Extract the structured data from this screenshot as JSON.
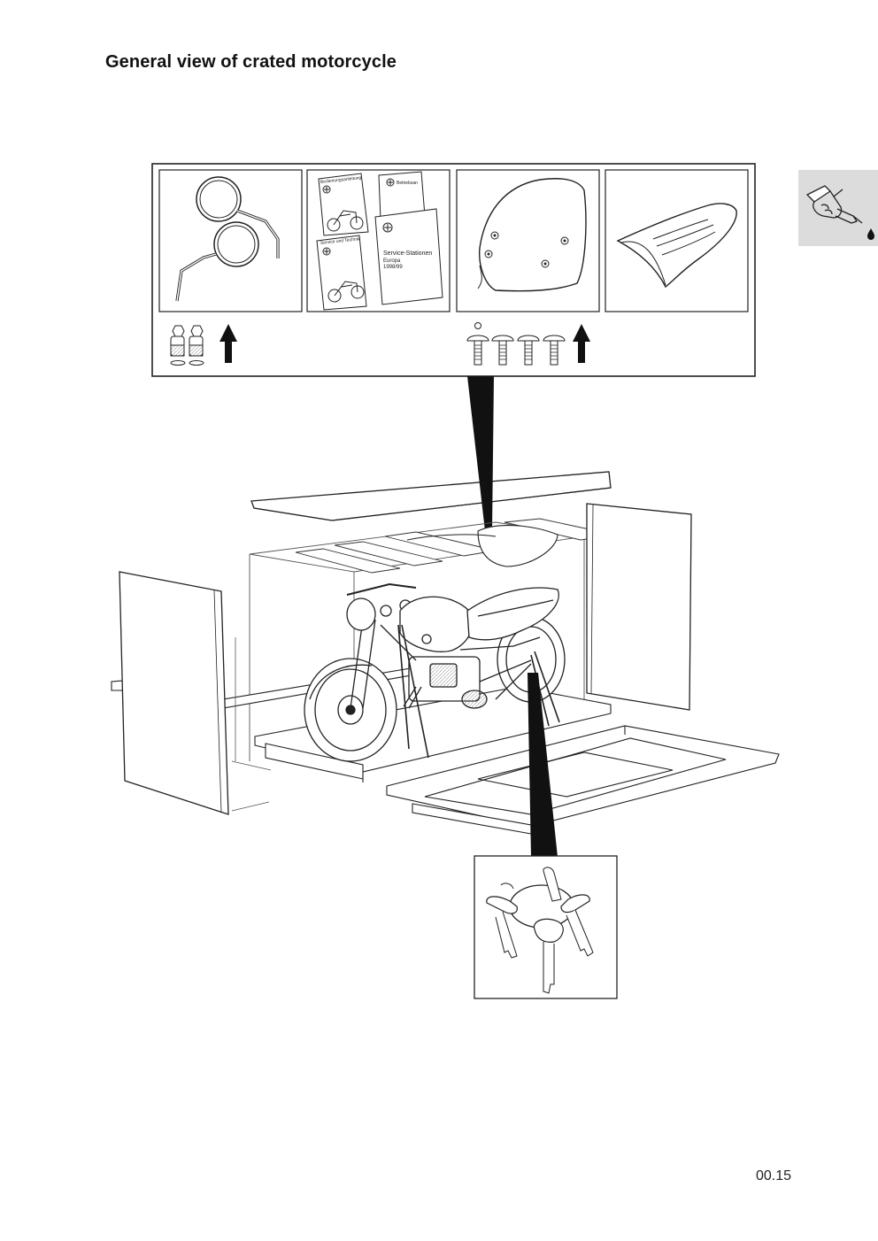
{
  "page": {
    "title": "General view of crated motorcycle",
    "page_number": "00.15"
  },
  "section_tab": {
    "icon": "hand-oil-can-icon"
  },
  "accessories_panel": {
    "items": [
      {
        "name": "mirrors",
        "icon": "mirror-icon"
      },
      {
        "name": "manuals",
        "icon": "booklet-icon",
        "booklets": [
          {
            "label": "Bedienungsanleitung"
          },
          {
            "label": "Betriebsan"
          },
          {
            "label": "Service und Technik"
          },
          {
            "label": "Service-Stationen",
            "sub1": "Europa",
            "sub2": "1998/99"
          }
        ]
      },
      {
        "name": "windscreen",
        "icon": "windscreen-icon"
      },
      {
        "name": "seat-cover",
        "icon": "seat-cover-icon"
      }
    ]
  },
  "keys_panel": {
    "icon": "keys-icon"
  }
}
